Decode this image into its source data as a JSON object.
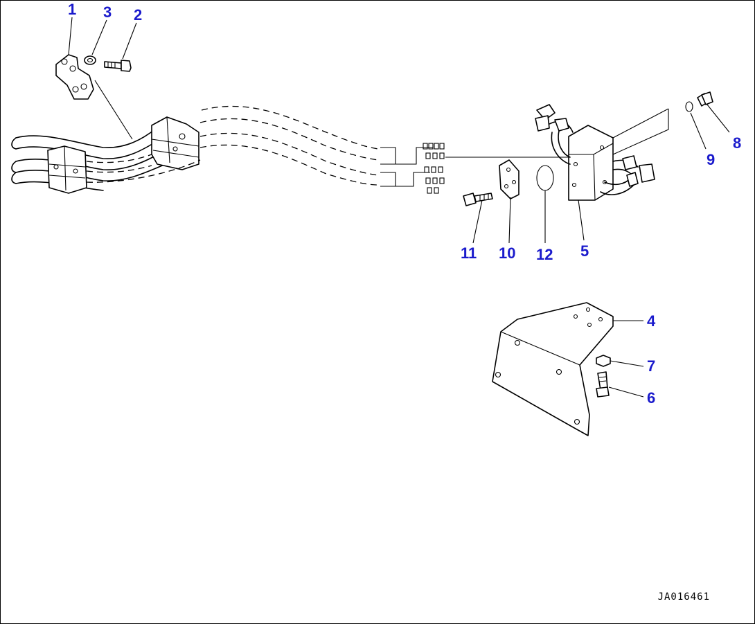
{
  "callouts": {
    "c1": "1",
    "c2": "2",
    "c3": "3",
    "c4": "4",
    "c5": "5",
    "c6": "6",
    "c7": "7",
    "c8": "8",
    "c9": "9",
    "c10": "10",
    "c11": "11",
    "c12": "12"
  },
  "drawing_id": "JA016461",
  "colors": {
    "callout": "#1a1acc",
    "line": "#000000",
    "background": "#ffffff"
  }
}
